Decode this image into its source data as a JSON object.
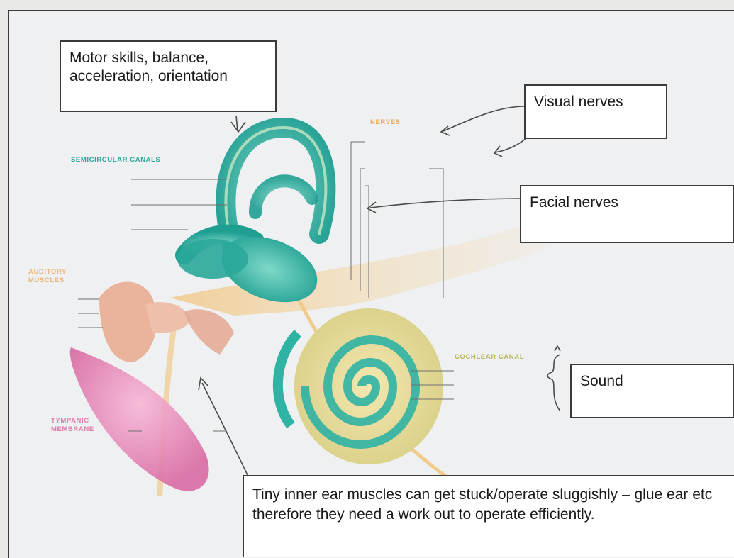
{
  "callouts": {
    "motor": "Motor skills, balance, acceleration, orientation",
    "visual": "Visual nerves",
    "facial": "Facial nerves",
    "sound": "Sound",
    "muscles": "Tiny inner ear muscles can get stuck/operate sluggishly – glue ear etc therefore they need a work out to operate efficiently."
  },
  "labels": {
    "semicircular": "SEMICIRCULAR CANALS",
    "nerves": "NERVES",
    "auditory_1": "AUDITORY",
    "auditory_2": "MUSCLES",
    "cochlear": "COCHLEAR CANAL",
    "tympanic_1": "TYMPANIC",
    "tympanic_2": "MEMBRANE"
  },
  "colors": {
    "teal": "#2fb3a4",
    "nerve_orange": "#eab86d",
    "membrane_pink": "#e58fb8",
    "ossicle_pink": "#e9b39c"
  }
}
